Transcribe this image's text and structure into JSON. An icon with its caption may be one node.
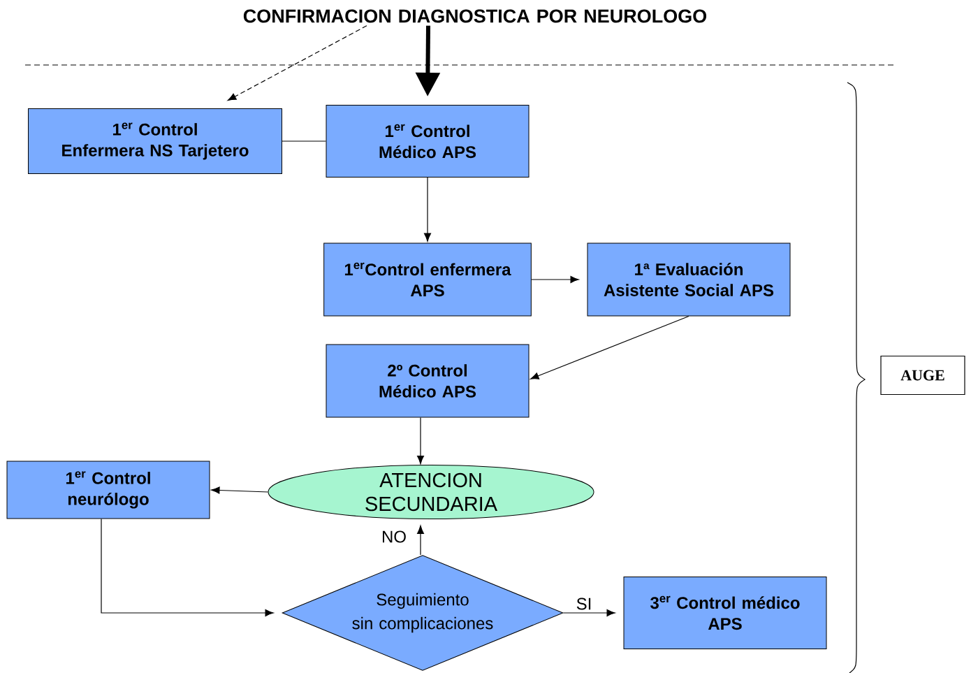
{
  "diagram": {
    "nodes": [
      {
        "text": [
          "CONFIRMACION DIAGNOSTICA POR NEUROLOGO"
        ]
      },
      {
        "text": [
          "1$^{er}$ Control",
          "Enfermera NS Tarjetero"
        ]
      },
      {
        "text": [
          "1$^{er}$ Control",
          "Médico APS"
        ]
      },
      {
        "text": [
          "1$^{er}$Control enfermera",
          "APS"
        ]
      },
      {
        "text": [
          "1ª Evaluación",
          "Asistente Social APS"
        ]
      },
      {
        "text": [
          "2º Control",
          "Médico APS"
        ]
      },
      {
        "text": [
          "1$^{er}$ Control",
          "neurólogo"
        ]
      },
      {
        "text": [
          "ATENCION SECUNDARIA"
        ]
      },
      {
        "text": [
          "Seguimiento",
          "sin complicaciones"
        ]
      },
      {
        "text": [
          "3$^{er}$ Control médico",
          "APS"
        ]
      },
      {
        "text": [
          "AUGE"
        ]
      }
    ],
    "edges": [
      {
        "from": 0,
        "to": 1,
        "arrow": "to",
        "style": "dashed"
      },
      {
        "from": 0,
        "to": 2,
        "arrow": "to",
        "style": "thick"
      },
      {
        "from": 1,
        "to": 2,
        "arrow": "none"
      },
      {
        "from": 2,
        "to": 3,
        "arrow": "to"
      },
      {
        "from": 3,
        "to": 4,
        "arrow": "to"
      },
      {
        "from": 4,
        "to": 5,
        "arrow": "to"
      },
      {
        "from": 5,
        "to": 7,
        "arrow": "to"
      },
      {
        "from": 7,
        "to": 6,
        "arrow": "to"
      },
      {
        "from": 6,
        "to": 8,
        "arrow": "to"
      },
      {
        "from": 8,
        "to": 7,
        "arrow": "to",
        "label": "NO"
      },
      {
        "from": 8,
        "to": 9,
        "arrow": "to",
        "label": "SI"
      }
    ]
  }
}
